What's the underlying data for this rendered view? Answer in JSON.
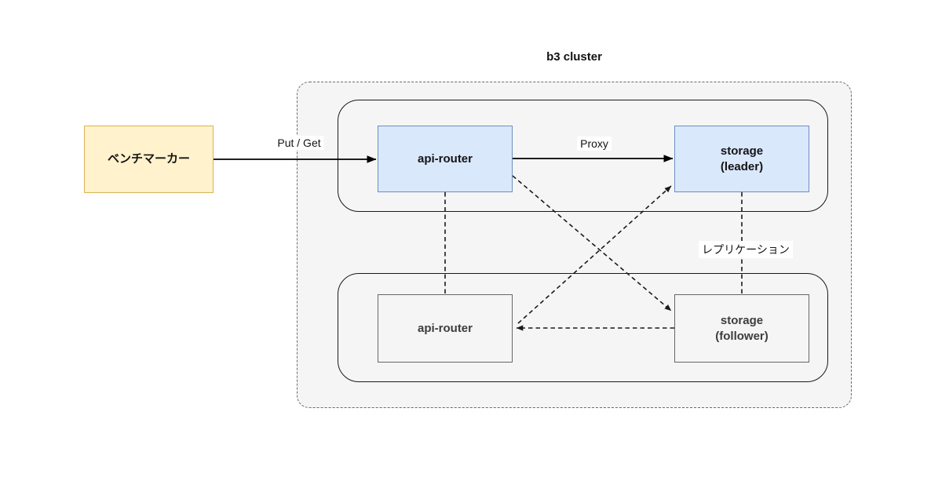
{
  "title": {
    "text": "b3 cluster"
  },
  "benchmarker": {
    "label": "ベンチマーカー",
    "fill": "#FFF2CC",
    "border": "#D6B656"
  },
  "cluster": {
    "fill": "#F5F5F5",
    "border_color": "#666666",
    "nodes": {
      "api_router_top": {
        "label": "api-router",
        "fill": "#DAE8FC",
        "border": "#6C8EBF"
      },
      "storage_leader": {
        "line1": "storage",
        "line2": "(leader)",
        "fill": "#DAE8FC",
        "border": "#6C8EBF"
      },
      "api_router_bottom": {
        "label": "api-router",
        "fill": "#F5F5F5",
        "border": "#666666"
      },
      "storage_follower": {
        "line1": "storage",
        "line2": "(follower)",
        "fill": "#F5F5F5",
        "border": "#666666"
      }
    }
  },
  "edges": {
    "put_get": {
      "label": "Put / Get",
      "type": "solid-arrow"
    },
    "proxy": {
      "label": "Proxy",
      "type": "solid-arrow"
    },
    "replication": {
      "label": "レプリケーション",
      "type": "dashed-line"
    },
    "router_router": {
      "type": "dashed-line"
    },
    "follower_router": {
      "type": "dashed-arrow"
    },
    "router_follower_cross": {
      "type": "dashed-arrow"
    },
    "router_leader_cross": {
      "type": "dashed-arrow"
    }
  }
}
